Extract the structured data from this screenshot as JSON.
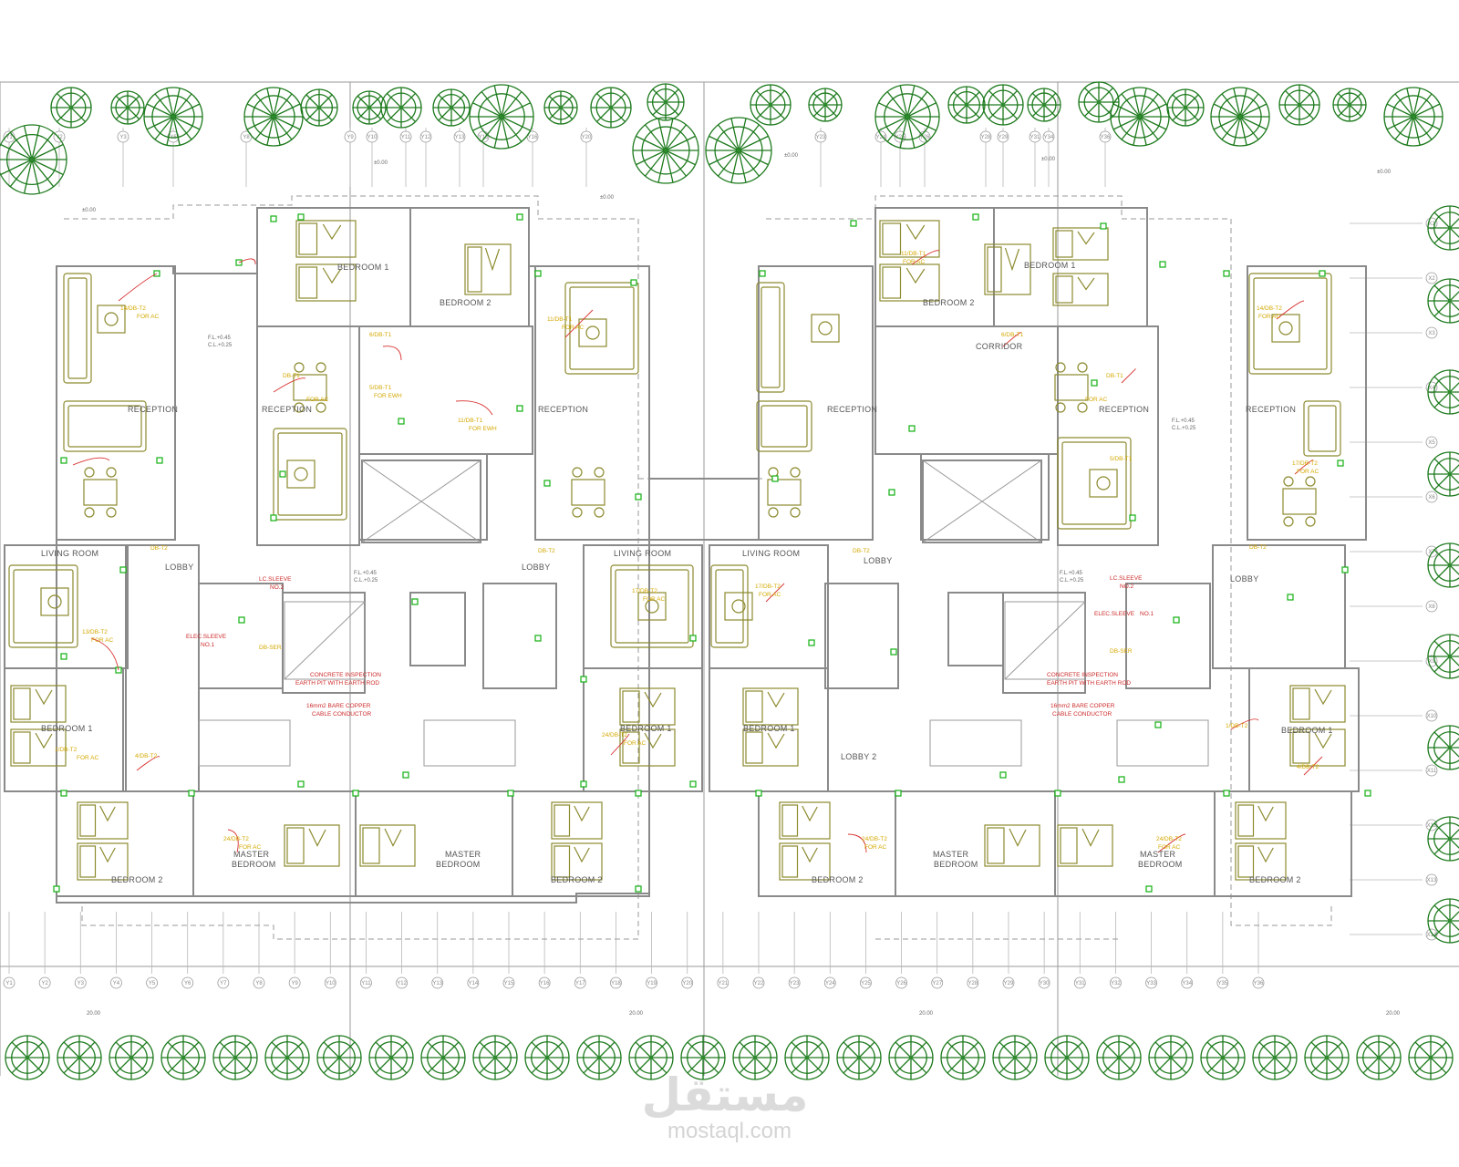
{
  "colors": {
    "wall": "#8a8a8a",
    "furniture": "#8c8a2e",
    "circuit_label": "#d4a800",
    "note": "#cc2a2a",
    "tree": "#1d7a1d",
    "socket": "#10b010"
  },
  "icons": [
    "tree-icon",
    "socket-icon",
    "bed-icon",
    "sofa-icon",
    "dining-table-icon"
  ],
  "rooms": {
    "reception": "RECEPTION",
    "living": "LIVING ROOM",
    "bedroom1": "BEDROOM 1",
    "bedroom2": "BEDROOM 2",
    "master_line1": "MASTER",
    "master_line2": "BEDROOM",
    "lobby": "LOBBY",
    "lobby2": "LOBBY 2",
    "corridor": "CORRIDOR"
  },
  "circuits": {
    "c1": "14/DB-T2",
    "c2": "FOR AC",
    "c3": "DB-T1",
    "c4": "6/DB-T1",
    "c5": "5/DB-T1",
    "c6": "FOR EWH",
    "c7": "11/DB-T1",
    "c8": "DB-T2",
    "c9": "13/DB-T2",
    "c10": "17/DB-T2",
    "c11": "DB-SER",
    "c12": "24/DB-T2",
    "c13": "1/DB-T2",
    "c14": "4/DB-T2"
  },
  "notes": {
    "elec_sleeve1": "LC.SLEEVE",
    "elec_sleeve1b": "NO.2",
    "elec_sleeve2": "ELEC.SLEEVE",
    "elec_sleeve2b": "NO.1",
    "pit": "CONCRETE INSPECTION",
    "pit2": "EARTH PIT WITH EARTH ROD",
    "cable": "16mm2 BARE COPPER",
    "cable2": "CABLE CONDUCTOR"
  },
  "levels": {
    "l1": "±0.00",
    "l2": "F.L.+0.45",
    "l3": "C.L.+0.25",
    "l4": "20.00"
  },
  "grid_top": [
    "Y1",
    "Y2",
    "Y3",
    "Y6",
    "Y8",
    "Y9",
    "Y10",
    "Y11",
    "Y12",
    "Y13",
    "Y15",
    "Y16",
    "Y20",
    "Y23",
    "Y24",
    "Y25",
    "Y26",
    "Y28",
    "Y29",
    "Y31",
    "Y34",
    "Y36"
  ],
  "grid_bottom": [
    "Y1",
    "Y2",
    "Y3",
    "Y4",
    "Y5",
    "Y6",
    "Y7",
    "Y8",
    "Y9",
    "Y10",
    "Y11",
    "Y12",
    "Y13",
    "Y14",
    "Y15",
    "Y16",
    "Y17",
    "Y18",
    "Y19",
    "Y20",
    "Y21",
    "Y22",
    "Y23",
    "Y24",
    "Y25",
    "Y26",
    "Y27",
    "Y28",
    "Y29",
    "Y30",
    "Y31",
    "Y32",
    "Y33",
    "Y34",
    "Y35",
    "Y36"
  ],
  "grid_right": [
    "X1",
    "X2",
    "X3",
    "X4",
    "X5",
    "X6",
    "X7",
    "X8",
    "X9",
    "X10",
    "X11",
    "X12",
    "X13",
    "X14"
  ],
  "watermark": {
    "arabic": "مستقل",
    "latin": "mostaql.com"
  }
}
